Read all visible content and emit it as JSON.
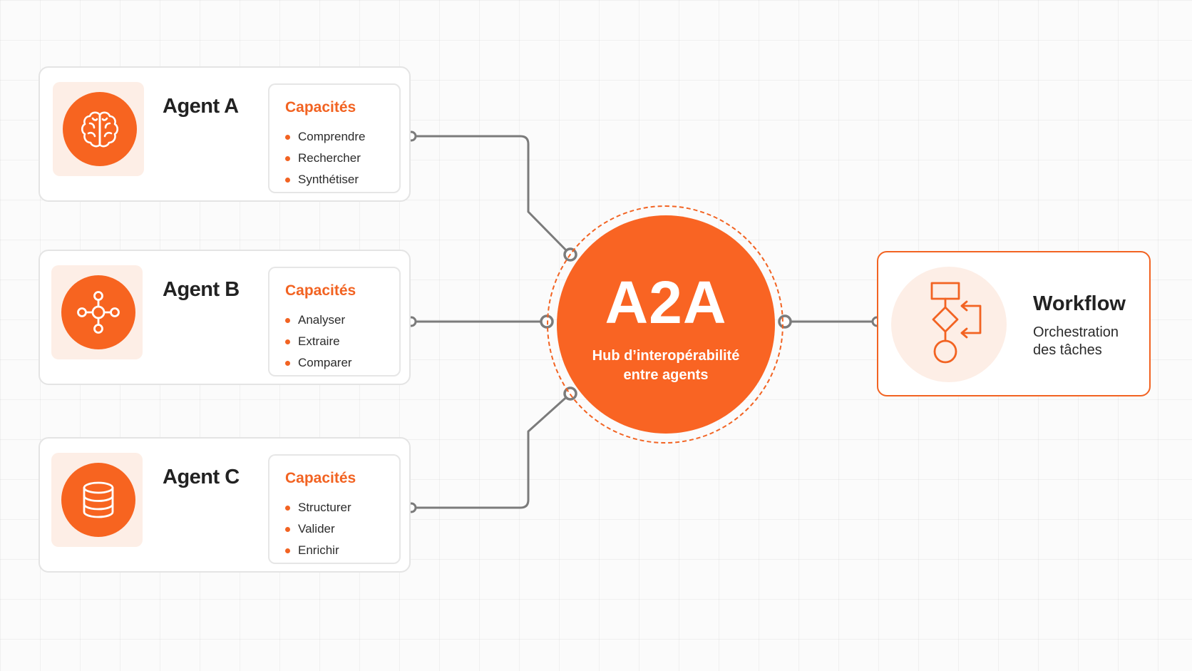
{
  "hub": {
    "title": "A2A",
    "subtitle": "Hub d’interopérabilité entre agents"
  },
  "agents": [
    {
      "name": "Agent A",
      "icon": "brain-icon",
      "capabilities_title": "Capacités",
      "capabilities": [
        "Comprendre",
        "Rechercher",
        "Synthétiser"
      ]
    },
    {
      "name": "Agent B",
      "icon": "network-hub-icon",
      "capabilities_title": "Capacités",
      "capabilities": [
        "Analyser",
        "Extraire",
        "Comparer"
      ]
    },
    {
      "name": "Agent C",
      "icon": "database-icon",
      "capabilities_title": "Capacités",
      "capabilities": [
        "Structurer",
        "Valider",
        "Enrichir"
      ]
    }
  ],
  "workflow": {
    "title": "Workflow",
    "subtitle": "Orchestration des tâches",
    "icon": "flowchart-icon"
  },
  "colors": {
    "accent": "#f26322",
    "hub_fill": "#f96423",
    "tile_background": "#fdeee6",
    "connector": "#777777",
    "text": "#222222"
  }
}
